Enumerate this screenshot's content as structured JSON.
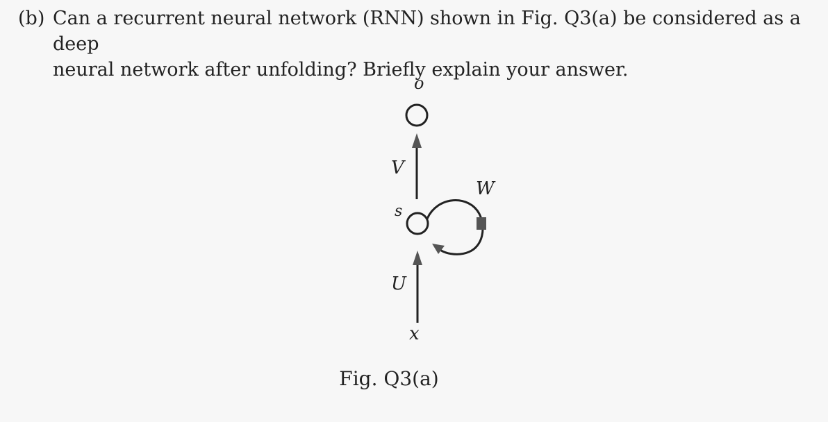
{
  "question": {
    "label": "(b)",
    "line1": "Can a recurrent neural network (RNN) shown in Fig. Q3(a) be considered as a deep",
    "line2": "neural network after unfolding? Briefly explain your answer."
  },
  "figure": {
    "labels": {
      "output": "o",
      "hidden": "s",
      "input": "x",
      "weight_input": "U",
      "weight_output": "V",
      "weight_recurrent": "W"
    },
    "caption": "Fig. Q3(a)"
  }
}
